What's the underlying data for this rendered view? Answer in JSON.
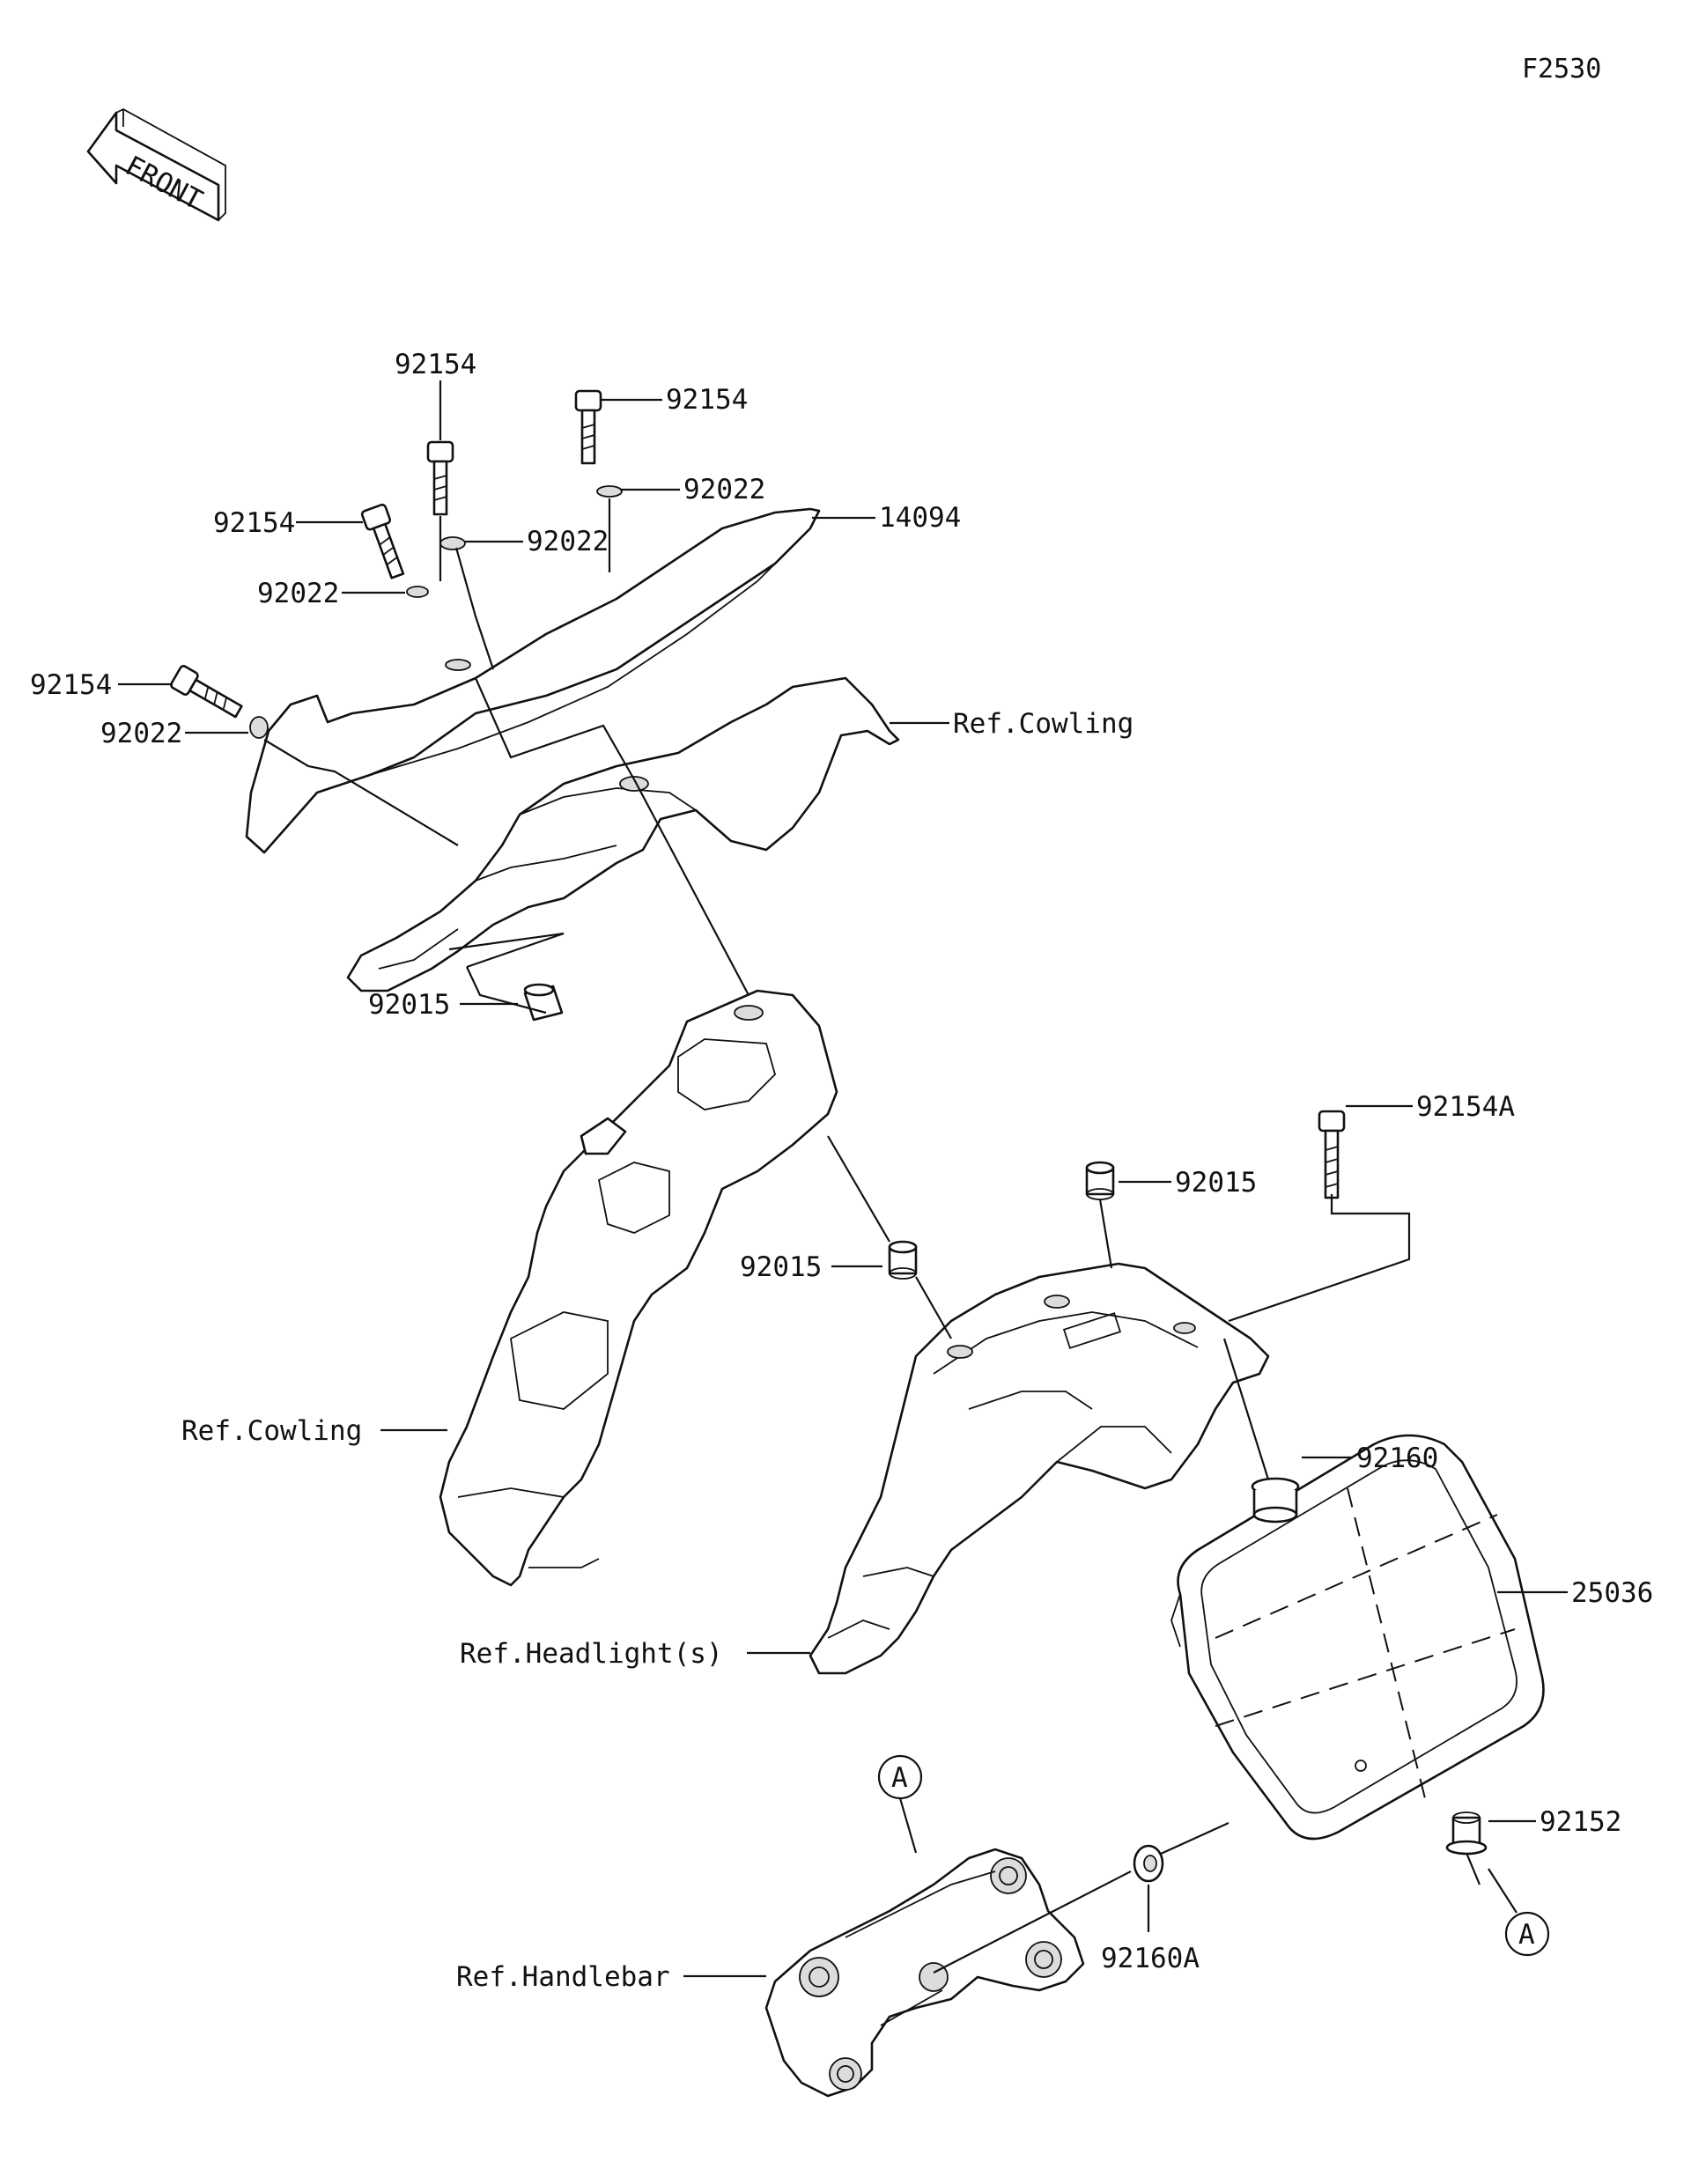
{
  "diagram": {
    "code": "F2530",
    "front_label": "FRONT",
    "callouts": {
      "bolt_top": "92154",
      "bolt_top_right": "92154",
      "bolt_mid_left": "92154",
      "bolt_left": "92154",
      "washer_top_right": "92022",
      "washer_mid": "92022",
      "washer_left_upper": "92022",
      "washer_left_lower": "92022",
      "cover": "14094",
      "ref_cowling_upper": "Ref.Cowling",
      "collar_left": "92015",
      "ref_cowling_lower": "Ref.Cowling",
      "collar_mid": "92015",
      "collar_right": "92015",
      "bolt_bracket": "92154A",
      "damper_upper": "92160",
      "meter": "25036",
      "ref_headlight": "Ref.Headlight(s)",
      "collar_meter": "92152",
      "damper_lower": "92160A",
      "ref_handlebar": "Ref.Handlebar",
      "marker_left": "A",
      "marker_right": "A"
    }
  }
}
